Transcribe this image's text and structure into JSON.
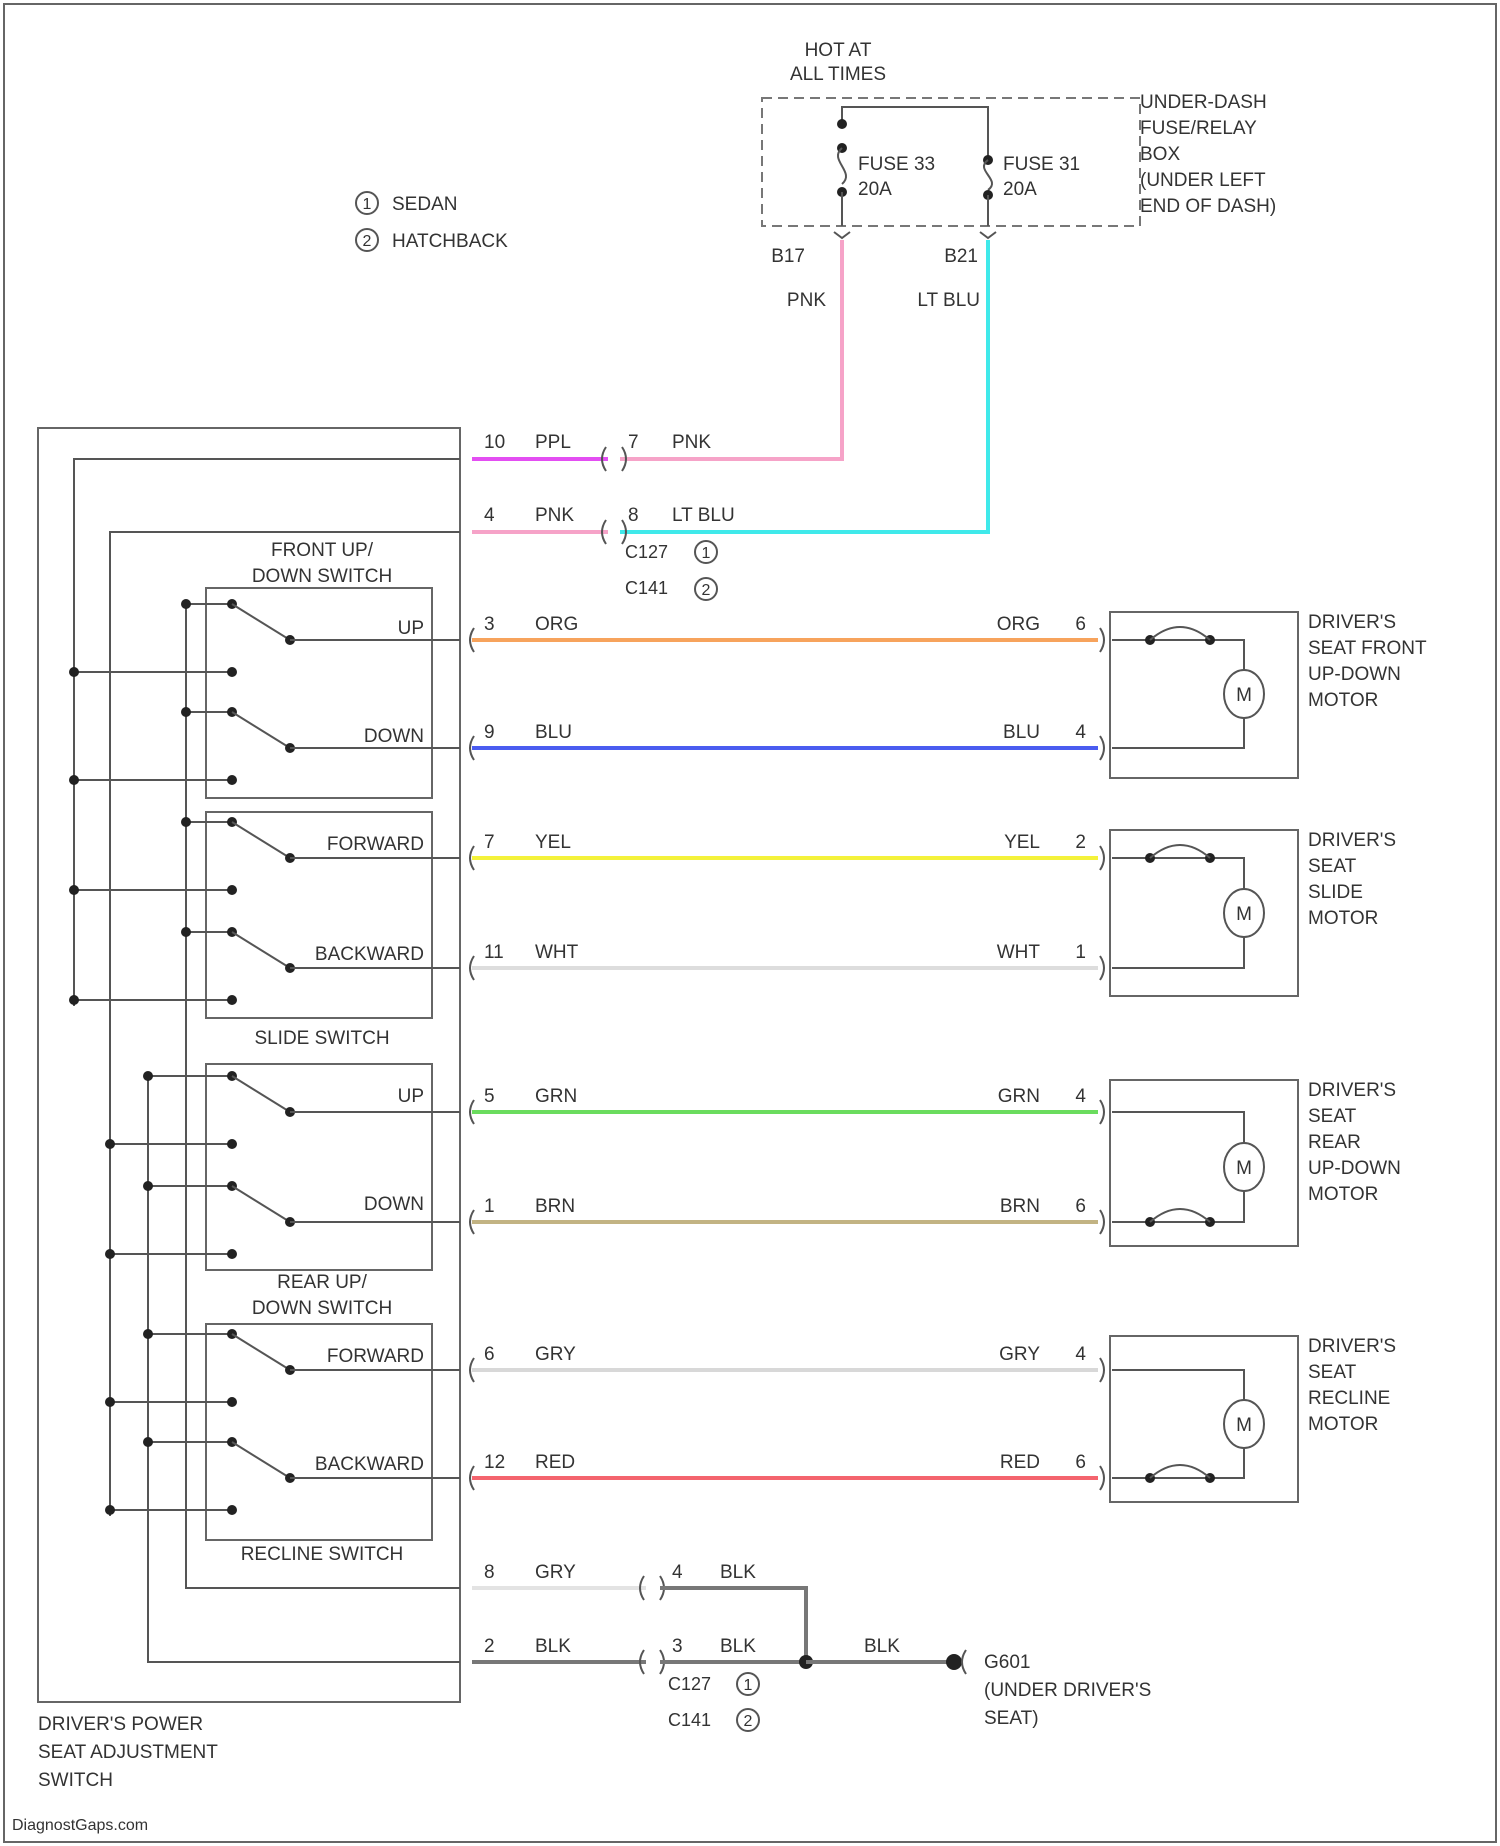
{
  "legend": {
    "sedan_num": "1",
    "sedan": "SEDAN",
    "hatch_num": "2",
    "hatch": "HATCHBACK"
  },
  "hot": {
    "line1": "HOT AT",
    "line2": "ALL TIMES"
  },
  "fusebox": {
    "label": [
      "UNDER-DASH",
      "FUSE/RELAY",
      "BOX",
      "(UNDER LEFT",
      "END OF DASH)"
    ],
    "fuse33": {
      "name": "FUSE 33",
      "amp": "20A",
      "term": "B17",
      "color": "PNK"
    },
    "fuse31": {
      "name": "FUSE 31",
      "amp": "20A",
      "term": "B21",
      "color": "LT BLU"
    }
  },
  "connector_upper": {
    "c127": "C127",
    "c141": "C141",
    "n1": "1",
    "n2": "2"
  },
  "connector_lower": {
    "c127": "C127",
    "c141": "C141",
    "n1": "1",
    "n2": "2"
  },
  "switch_labels": {
    "front": [
      "FRONT UP/",
      "DOWN SWITCH"
    ],
    "slide": "SLIDE SWITCH",
    "rear": [
      "REAR UP/",
      "DOWN SWITCH"
    ],
    "recline": "RECLINE SWITCH",
    "assembly": [
      "DRIVER'S POWER",
      "SEAT ADJUSTMENT",
      "SWITCH"
    ]
  },
  "contacts": {
    "up1": "UP",
    "down1": "DOWN",
    "fwd1": "FORWARD",
    "back1": "BACKWARD",
    "up2": "UP",
    "down2": "DOWN",
    "fwd2": "FORWARD",
    "back2": "BACKWARD"
  },
  "power_wires": [
    {
      "pin": "10",
      "color": "PPL",
      "cpin": "7",
      "ccolor": "PNK"
    },
    {
      "pin": "4",
      "color": "PNK",
      "cpin": "8",
      "ccolor": "LT BLU"
    }
  ],
  "motor_wires": [
    {
      "pin": "3",
      "color": "ORG",
      "rcolor": "ORG",
      "rpin": "6",
      "hex": "#f7a35c"
    },
    {
      "pin": "9",
      "color": "BLU",
      "rcolor": "BLU",
      "rpin": "4",
      "hex": "#4a5cf0"
    },
    {
      "pin": "7",
      "color": "YEL",
      "rcolor": "YEL",
      "rpin": "2",
      "hex": "#f4f23a"
    },
    {
      "pin": "11",
      "color": "WHT",
      "rcolor": "WHT",
      "rpin": "1",
      "hex": "#dddddd"
    },
    {
      "pin": "5",
      "color": "GRN",
      "rcolor": "GRN",
      "rpin": "4",
      "hex": "#6bdc5e"
    },
    {
      "pin": "1",
      "color": "BRN",
      "rcolor": "BRN",
      "rpin": "6",
      "hex": "#c2b383"
    },
    {
      "pin": "6",
      "color": "GRY",
      "rcolor": "GRY",
      "rpin": "4",
      "hex": "#d8d8d8"
    },
    {
      "pin": "12",
      "color": "RED",
      "rcolor": "RED",
      "rpin": "6",
      "hex": "#f4646e"
    }
  ],
  "motors": [
    {
      "label": [
        "DRIVER'S",
        "SEAT FRONT",
        "UP-DOWN",
        "MOTOR"
      ],
      "m": "M"
    },
    {
      "label": [
        "DRIVER'S",
        "SEAT",
        "SLIDE",
        "MOTOR"
      ],
      "m": "M"
    },
    {
      "label": [
        "DRIVER'S",
        "SEAT",
        "REAR",
        "UP-DOWN",
        "MOTOR"
      ],
      "m": "M"
    },
    {
      "label": [
        "DRIVER'S",
        "SEAT",
        "RECLINE",
        "MOTOR"
      ],
      "m": "M"
    }
  ],
  "ground_wires": [
    {
      "pin": "8",
      "color": "GRY",
      "cpin": "4",
      "ccolor": "BLK"
    },
    {
      "pin": "2",
      "color": "BLK",
      "cpin": "3",
      "ccolor": "BLK"
    }
  ],
  "ground": {
    "wire": "BLK",
    "id": "G601",
    "loc1": "(UNDER DRIVER'S",
    "loc2": "SEAT)"
  },
  "watermark": "DiagnostGaps.com",
  "colors": {
    "ppl": "#e34ef2",
    "pnk": "#f6a3c8",
    "ltblu": "#3fe9ea",
    "wire_gray": "#777777"
  }
}
